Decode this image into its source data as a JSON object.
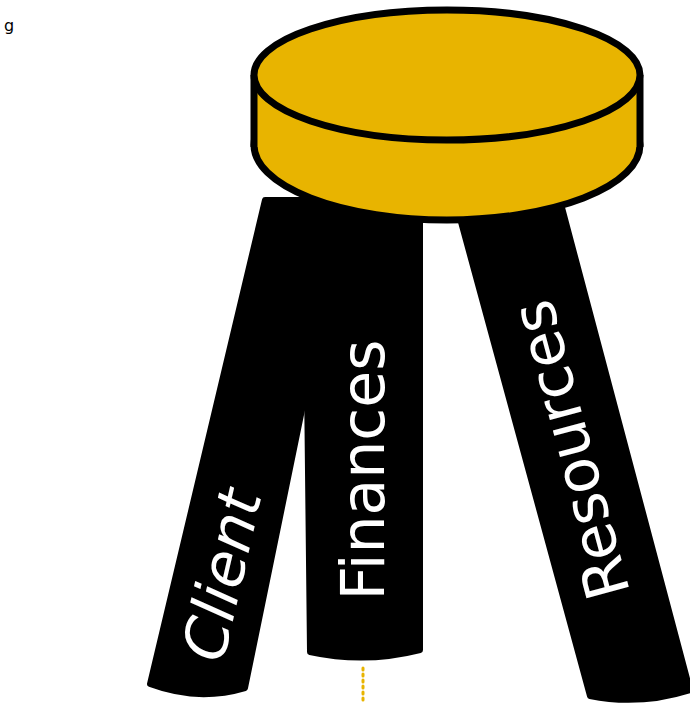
{
  "diagram": {
    "nodes": [
      {
        "text": [
          "Client"
        ]
      },
      {
        "text": [
          "Finances"
        ]
      },
      {
        "text": [
          "Resources"
        ]
      }
    ],
    "labels": [
      "g"
    ]
  }
}
